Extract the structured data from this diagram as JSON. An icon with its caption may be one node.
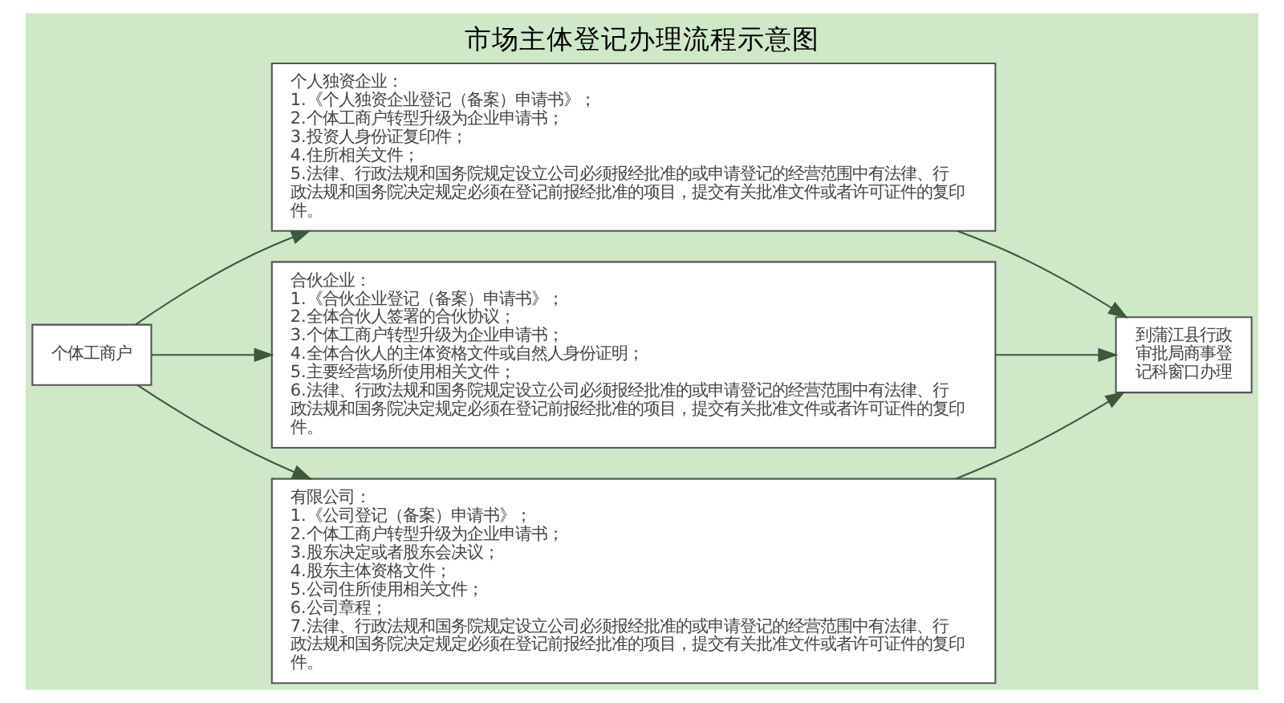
{
  "diagram": {
    "title": "市场主体登记办理流程示意图",
    "nodes": [
      {
        "text": [
          "个体工商户"
        ]
      },
      {
        "text": [
          "个人独资企业：",
          "1.《个人独资企业登记（备案）申请书》；",
          "2.个体工商户转型升级为企业申请书；",
          "3.投资人身份证复印件；",
          "4.住所相关文件；",
          "5.法律、行政法规和国务院规定设立公司必须报经批准的或申请登记的经营范围中有法律、行政法规和国务院决定规定必须在登记前报经批准的项目，提交有关批准文件或者许可证件的复印件。"
        ]
      },
      {
        "text": [
          "合伙企业：",
          "1.《合伙企业登记（备案）申请书》；",
          "2.全体合伙人签署的合伙协议；",
          "3.个体工商户转型升级为企业申请书；",
          "4.全体合伙人的主体资格文件或自然人身份证明；",
          "5.主要经营场所使用相关文件；",
          "6.法律、行政法规和国务院规定设立公司必须报经批准的或申请登记的经营范围中有法律、行政法规和国务院决定规定必须在登记前报经批准的项目，提交有关批准文件或者许可证件的复印件。"
        ]
      },
      {
        "text": [
          "有限公司：",
          "1.《公司登记（备案）申请书》；",
          "2.个体工商户转型升级为企业申请书；",
          "3.股东决定或者股东会决议；",
          "4.股东主体资格文件；",
          "5.公司住所使用相关文件；",
          "6.公司章程；",
          "7.法律、行政法规和国务院规定设立公司必须报经批准的或申请登记的经营范围中有法律、行政法规和国务院决定规定必须在登记前报经批准的项目，提交有关批准文件或者许可证件的复印件。"
        ]
      },
      {
        "text": [
          "到蒲江县行政审批局商事登记科窗口办理"
        ]
      }
    ],
    "edges": [
      {
        "from": 0,
        "to": 1,
        "arrow": "to"
      },
      {
        "from": 0,
        "to": 2,
        "arrow": "to"
      },
      {
        "from": 0,
        "to": 3,
        "arrow": "to"
      },
      {
        "from": 1,
        "to": 4,
        "arrow": "to"
      },
      {
        "from": 2,
        "to": 4,
        "arrow": "to"
      },
      {
        "from": 3,
        "to": 4,
        "arrow": "to"
      }
    ]
  }
}
